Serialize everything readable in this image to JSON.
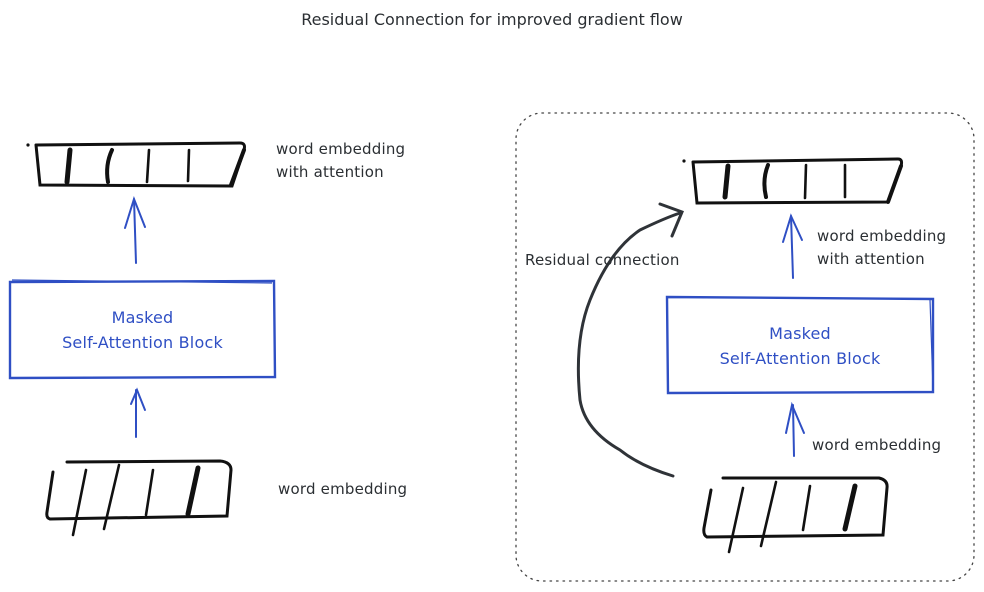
{
  "title": "Residual Connection for improved gradient flow",
  "colors": {
    "ink": "#1e1e1e",
    "text": "#2b2f33",
    "accent_blue": "#2f4fc4"
  },
  "left_diagram": {
    "output_label_line1": "word embedding",
    "output_label_line2": "with attention",
    "block_label_line1": "Masked",
    "block_label_line2": "Self-Attention Block",
    "input_label": "word embedding"
  },
  "right_diagram": {
    "residual_label": "Residual connection",
    "output_label_line1": "word embedding",
    "output_label_line2": "with attention",
    "block_label_line1": "Masked",
    "block_label_line2": "Self-Attention Block",
    "input_label": "word embedding"
  }
}
